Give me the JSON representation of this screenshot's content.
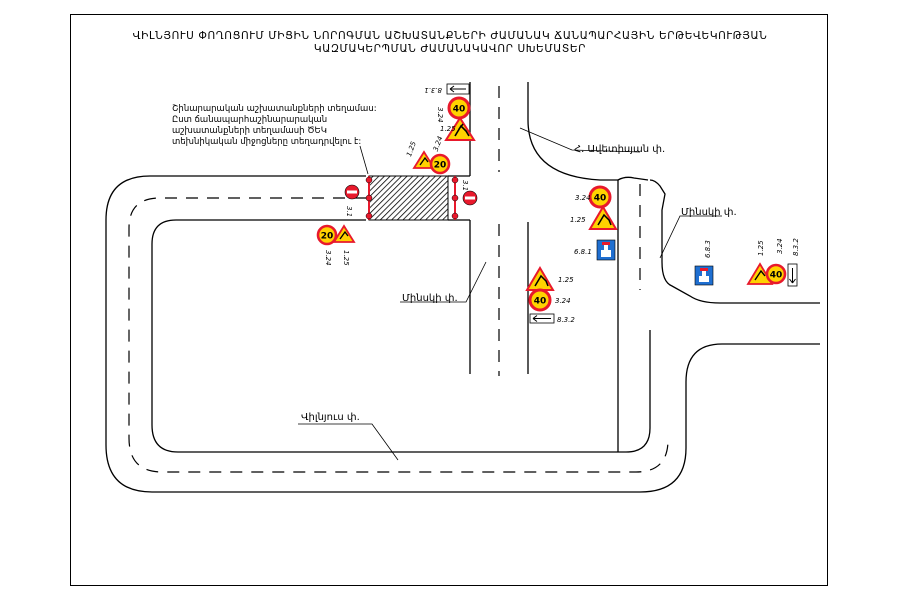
{
  "title": {
    "line1": "ՎԻԼՆՅՈՒՍ ՓՈՂՈՑՈՒՄ ՄԻՑԻՆ ՆՈՐՈԳՄԱՆ ԱՇԽԱՏԱՆՔՆԵՐԻ ԺԱՄԱՆԱԿ ՃԱՆԱՊԱՐՀԱՅԻՆ ԵՐԹԵՎԵԿՈՒԹՅԱՆ",
    "line2": "ԿԱԶՄԱԿԵՐՊՄԱՆ ԺԱՄԱՆԱԿԱՎՈՐ ՍԽԵՄԱՏԵՐ"
  },
  "note": {
    "line1": "Շինարարական աշխատանքների տեղամաս:",
    "line2": "Ըստ ճանապարհաշինարարական",
    "line3": "աշխատանքների տեղամասի ԾԵԿ",
    "line4": "տեխնիկական միջոցները տեղադրվելու է:"
  },
  "streets": {
    "avetisyan": "Հ. Ավետիսյան փ.",
    "minsk_center": "Մինսկի փ.",
    "minsk_right": "Մինսկի փ.",
    "vilnyus": "Վիլնյուս փ."
  },
  "sign_codes": {
    "c_1_25": "1.25",
    "c_3_24": "3.24",
    "c_3_1": "3.1",
    "c_8_3_1": "8.3.1",
    "c_8_3_2": "8.3.2",
    "c_6_8_1": "6.8.1",
    "c_6_8_3": "6.8.3"
  },
  "speed": {
    "forty": "40",
    "twenty": "20"
  },
  "colors": {
    "sign_red": "#e8192c",
    "sign_yellow": "#ffd200",
    "sign_blue": "#1f6fd1",
    "hatch": "#000000"
  }
}
